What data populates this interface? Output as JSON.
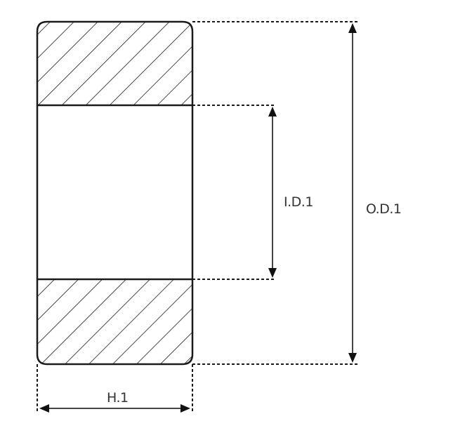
{
  "diagram": {
    "type": "bearing-cross-section",
    "colors": {
      "outline": "#1a1a1a",
      "dimension": "#333333",
      "background": "#ffffff"
    },
    "dimensions": {
      "inner_diameter": {
        "label": "I.D.1"
      },
      "outer_diameter": {
        "label": "O.D.1"
      },
      "height": {
        "label": "H.1"
      }
    }
  }
}
